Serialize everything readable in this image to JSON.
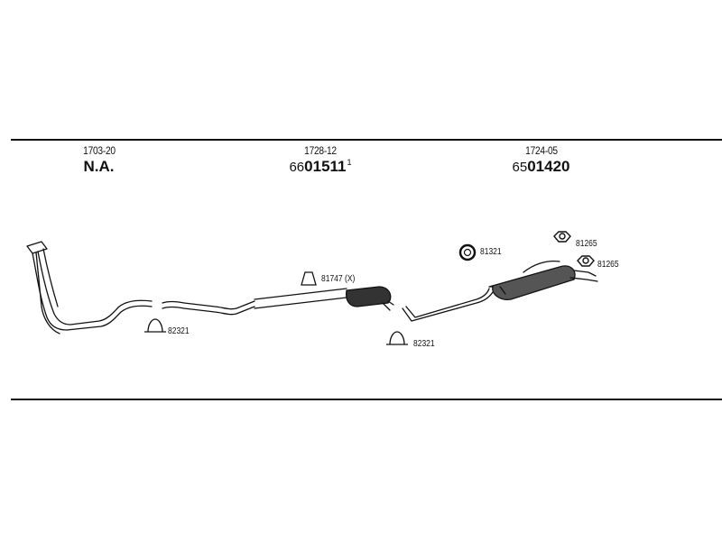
{
  "sections": [
    {
      "ref": "1703-20",
      "part_prefix": "",
      "part_main": "N.A.",
      "part_sup": ""
    },
    {
      "ref": "1728-12",
      "part_prefix": "66",
      "part_main": "01511",
      "part_sup": "1"
    },
    {
      "ref": "1724-05",
      "part_prefix": "65",
      "part_main": "01420",
      "part_sup": ""
    }
  ],
  "callouts": {
    "clamp_left": "82321",
    "hanger_mid": "81747 (X)",
    "clamp_mid": "82321",
    "ring_right": "81321",
    "nut_top": "81265",
    "nut_bottom": "81265"
  }
}
